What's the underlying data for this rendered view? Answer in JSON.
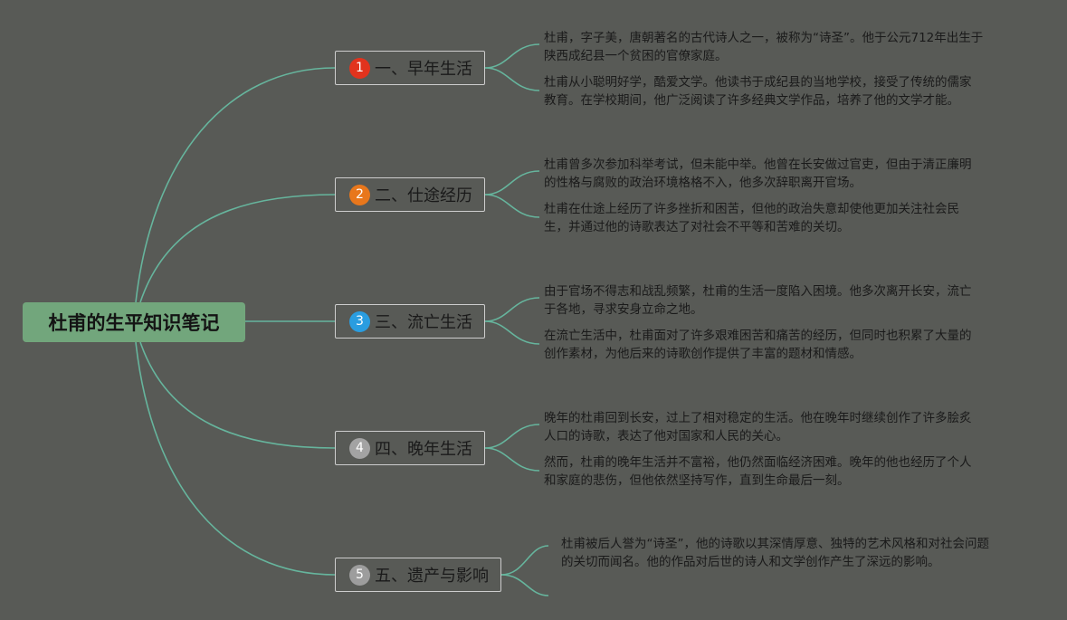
{
  "central_topic": "杜甫的生平知识笔记",
  "colors": {
    "background": "#585a56",
    "central_fill": "#72a67c",
    "connector": "#66b59d",
    "branch_border": "#cdcdcd"
  },
  "branches": [
    {
      "marker": "1",
      "marker_icon": "priority-1-icon",
      "marker_color": "#e2331d",
      "label": "一、早年生活",
      "notes": [
        {
          "lines": [
            "杜甫，字子美，唐朝著名的古代诗人之一，被称为“诗圣”。他于公元712年出生于",
            "陕西成纪县一个贫困的官僚家庭。"
          ]
        },
        {
          "lines": [
            "杜甫从小聪明好学，酷爱文学。他读书于成纪县的当地学校，接受了传统的儒家",
            "教育。在学校期间，他广泛阅读了许多经典文学作品，培养了他的文学才能。"
          ]
        }
      ]
    },
    {
      "marker": "2",
      "marker_icon": "priority-2-icon",
      "marker_color": "#e8771c",
      "label": "二、仕途经历",
      "notes": [
        {
          "lines": [
            "杜甫曾多次参加科举考试，但未能中举。他曾在长安做过官吏，但由于清正廉明",
            "的性格与腐败的政治环境格格不入，他多次辞职离开官场。"
          ]
        },
        {
          "lines": [
            "杜甫在仕途上经历了许多挫折和困苦，但他的政治失意却使他更加关注社会民",
            "生，并通过他的诗歌表达了对社会不平等和苦难的关切。"
          ]
        }
      ]
    },
    {
      "marker": "3",
      "marker_icon": "priority-3-icon",
      "marker_color": "#2a9de0",
      "label": "三、流亡生活",
      "notes": [
        {
          "lines": [
            "由于官场不得志和战乱频繁，杜甫的生活一度陷入困境。他多次离开长安，流亡",
            "于各地，寻求安身立命之地。"
          ]
        },
        {
          "lines": [
            "在流亡生活中，杜甫面对了许多艰难困苦和痛苦的经历，但同时也积累了大量的",
            "创作素材，为他后来的诗歌创作提供了丰富的题材和情感。"
          ]
        }
      ]
    },
    {
      "marker": "4",
      "marker_icon": "priority-4-icon",
      "marker_color": "#a3a3a3",
      "label": "四、晚年生活",
      "notes": [
        {
          "lines": [
            "晚年的杜甫回到长安，过上了相对稳定的生活。他在晚年时继续创作了许多脍炙",
            "人口的诗歌，表达了他对国家和人民的关心。"
          ]
        },
        {
          "lines": [
            "然而，杜甫的晚年生活并不富裕，他仍然面临经济困难。晚年的他也经历了个人",
            "和家庭的悲伤，但他依然坚持写作，直到生命最后一刻。"
          ]
        }
      ]
    },
    {
      "marker": "5",
      "marker_icon": "priority-5-icon",
      "marker_color": "#9d9d9d",
      "label": "五、遗产与影响",
      "notes": [
        {
          "lines": [
            "杜甫被后人誉为“诗圣”，他的诗歌以其深情厚意、独特的艺术风格和对社会问题",
            "的关切而闻名。他的作品对后世的诗人和文学创作产生了深远的影响。"
          ]
        }
      ]
    }
  ]
}
